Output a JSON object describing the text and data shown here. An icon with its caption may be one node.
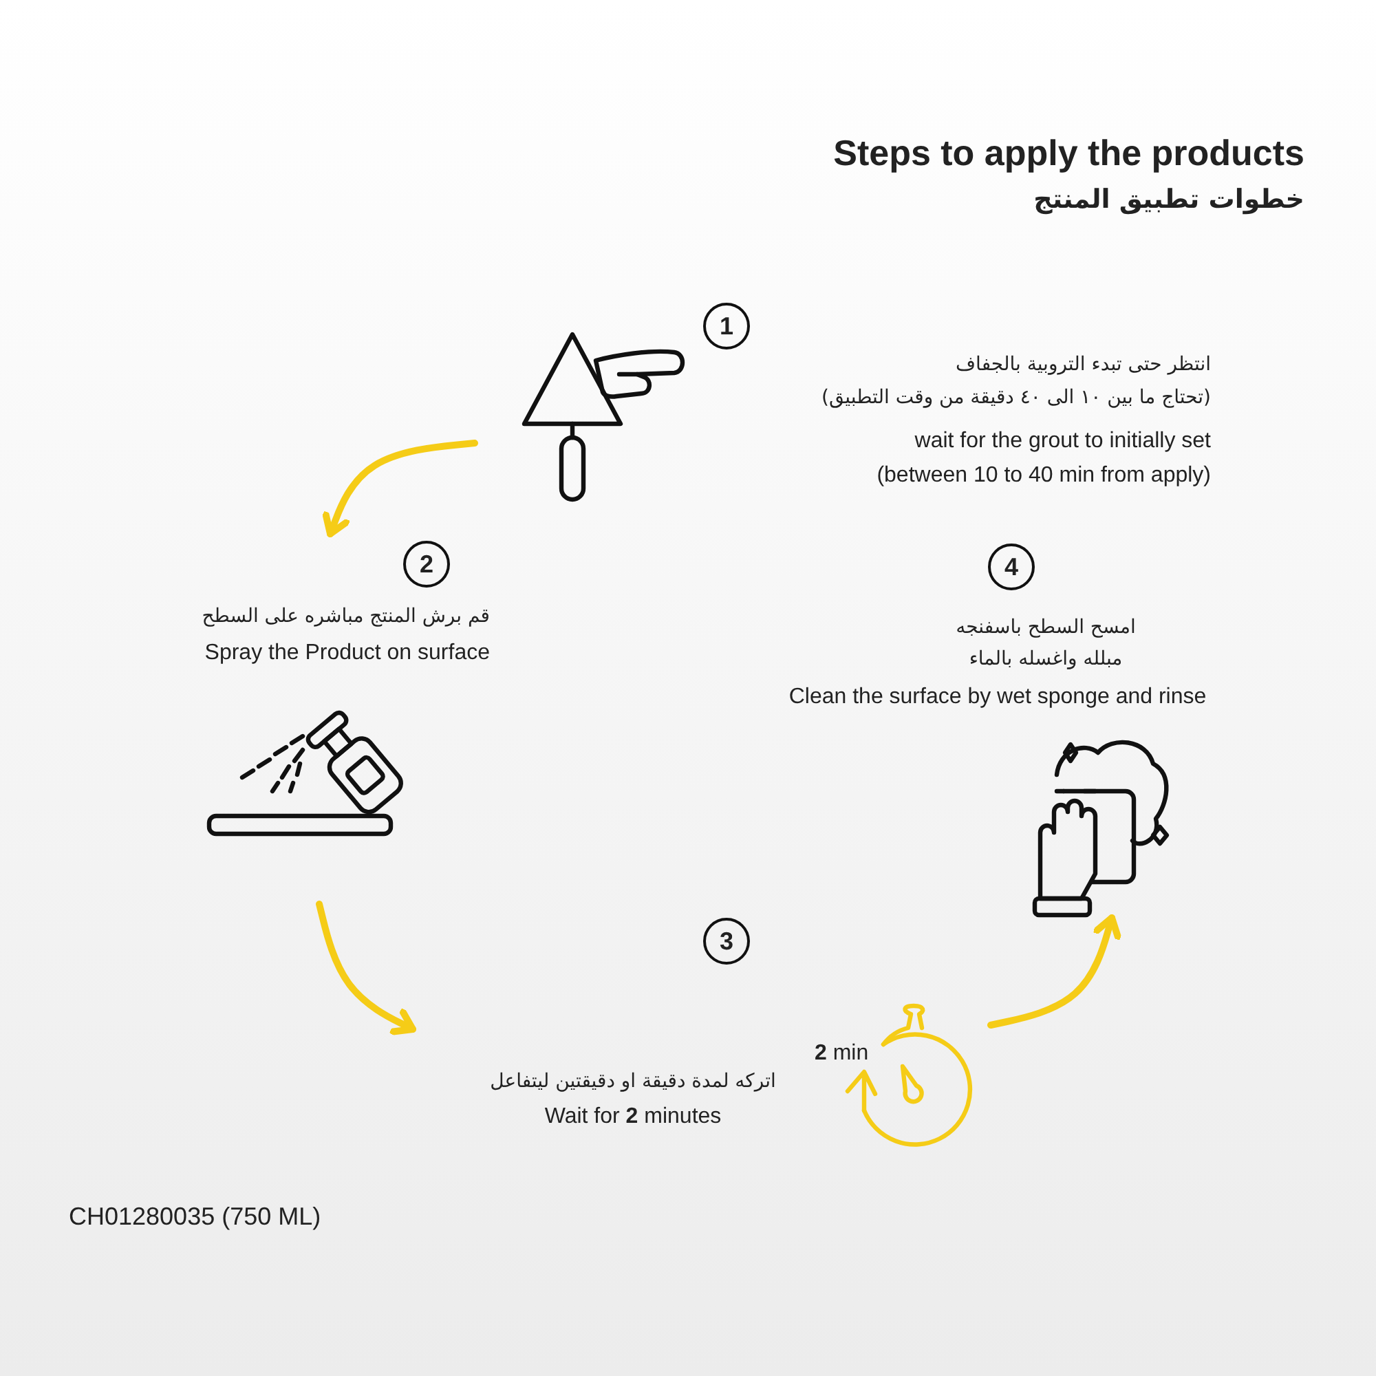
{
  "diagram": {
    "title": "Steps to apply the products",
    "nodes": [
      {
        "text": [
          "1",
          "انتظر حتى تبدء التروبية بالجفاف",
          "(تحتاج ما بين ١٠ الى ٤٠ دقيقة من وقت التطبيق)",
          "wait for the grout to initially set (between 10 to 40 min from apply)"
        ]
      },
      {
        "text": [
          "2",
          "قم برش المنتج مباشره على السطح",
          "Spray the Product on surface"
        ]
      },
      {
        "text": [
          "3",
          "اتركه لمدة دقيقة او دقيقتين ليتفاعل",
          "Wait for **2** minutes",
          "**2** min"
        ]
      },
      {
        "text": [
          "4",
          "امسح السطح باسفنجه مبلله واغسله بالماء",
          "Clean the surface by wet sponge and rinse"
        ]
      }
    ],
    "edges": [
      {
        "from": 0,
        "to": 1,
        "arrow": "to"
      },
      {
        "from": 1,
        "to": 2,
        "arrow": "to"
      },
      {
        "from": 2,
        "to": 3,
        "arrow": "to"
      }
    ],
    "labels": [
      "خطوات تطبيق المنتج",
      "CH01280035 (750 ML)"
    ]
  }
}
